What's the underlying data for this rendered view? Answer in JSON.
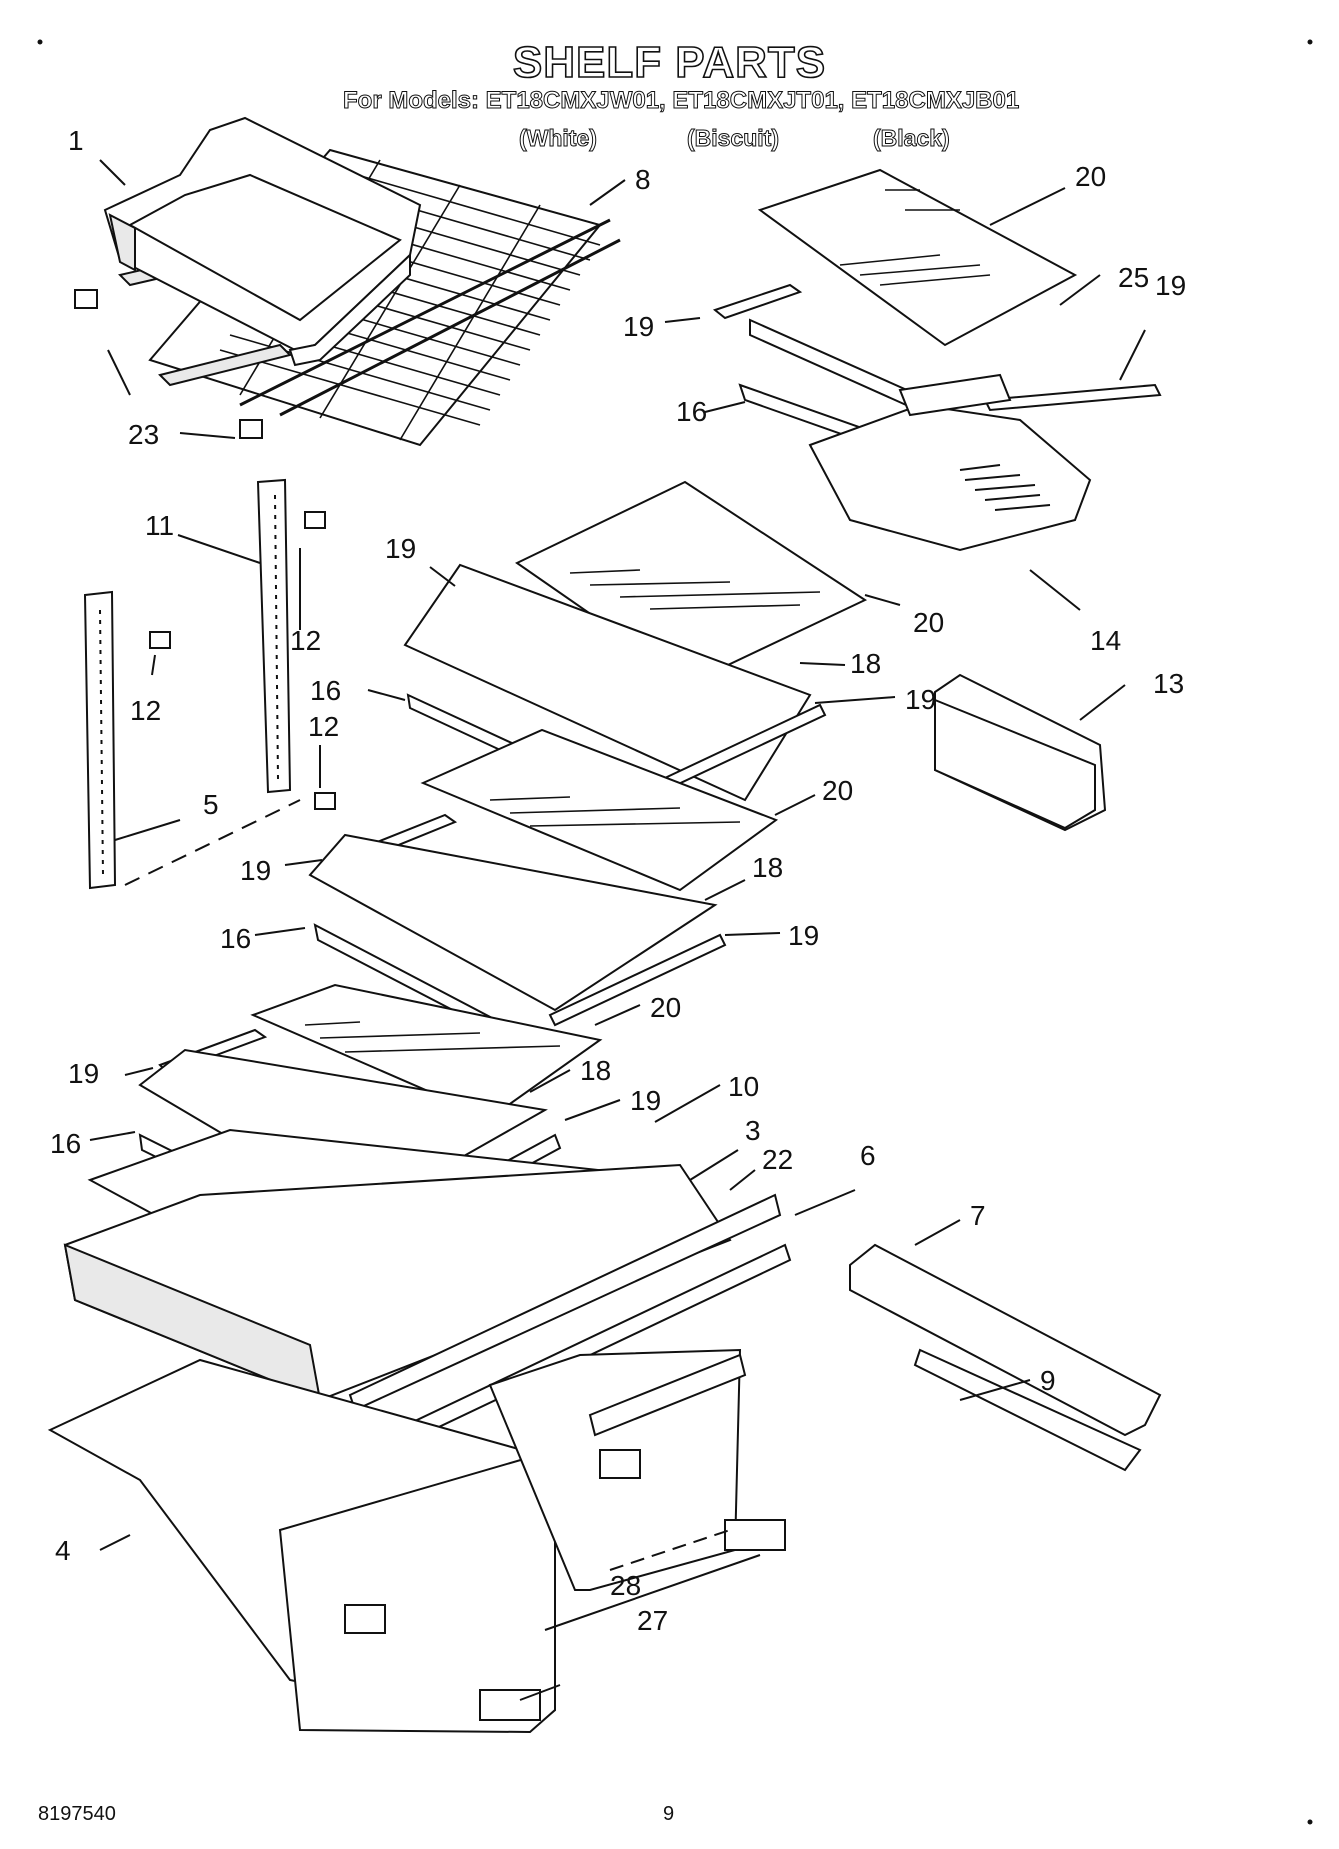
{
  "header": {
    "title": "SHELF PARTS",
    "models": "For Models: ET18CMXJW01, ET18CMXJT01, ET18CMXJB01",
    "variants": [
      "(White)",
      "(Biscuit)",
      "(Black)"
    ]
  },
  "callouts": [
    "1",
    "8",
    "23",
    "20",
    "25",
    "19",
    "19",
    "16",
    "14",
    "11",
    "12",
    "12",
    "12",
    "5",
    "19",
    "20",
    "18",
    "19",
    "16",
    "13",
    "20",
    "19",
    "18",
    "16",
    "19",
    "20",
    "19",
    "18",
    "19",
    "10",
    "16",
    "3",
    "22",
    "6",
    "7",
    "9",
    "4",
    "28",
    "27"
  ],
  "footer": {
    "doc_number": "8197540",
    "page_number": "9"
  }
}
